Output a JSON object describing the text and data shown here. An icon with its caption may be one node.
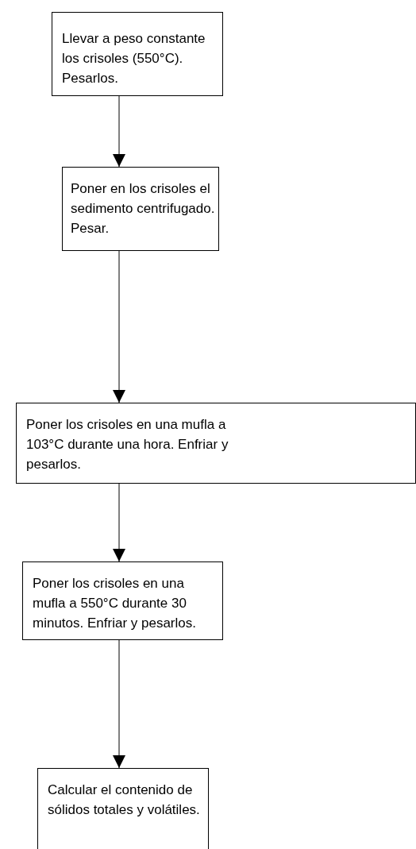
{
  "diagram": {
    "nodes": [
      {
        "text": [
          "Llevar a peso constante los crisoles (550°C). Pesarlos."
        ]
      },
      {
        "text": [
          "Poner en los crisoles el sedimento centrifugado. Pesar."
        ]
      },
      {
        "text": [
          "Poner los crisoles en una mufla a 103°C durante una hora. Enfriar y pesarlos."
        ]
      },
      {
        "text": [
          "Poner los crisoles en una mufla a 550°C durante 30 minutos. Enfriar y pesarlos."
        ]
      },
      {
        "text": [
          "Calcular el contenido de sólidos totales y volátiles."
        ]
      }
    ],
    "edges": [
      {
        "from": 0,
        "to": 1,
        "arrow": "to"
      },
      {
        "from": 1,
        "to": 2,
        "arrow": "to"
      },
      {
        "from": 2,
        "to": 3,
        "arrow": "to"
      },
      {
        "from": 3,
        "to": 4,
        "arrow": "to"
      }
    ]
  }
}
